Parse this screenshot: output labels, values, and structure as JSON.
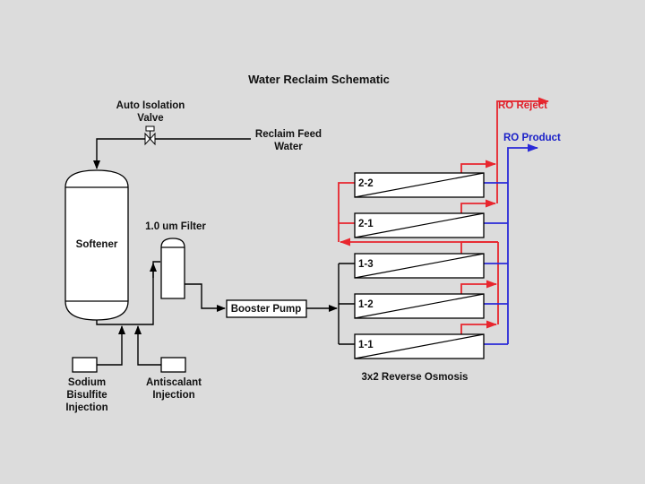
{
  "title": "Water Reclaim Schematic",
  "labels": {
    "valve_line1": "Auto Isolation",
    "valve_line2": "Valve",
    "feed_line1": "Reclaim Feed",
    "feed_line2": "Water",
    "softener": "Softener",
    "filter": "1.0 um Filter",
    "booster_pump": "Booster Pump",
    "sodium_line1": "Sodium",
    "sodium_line2": "Bisulfite",
    "sodium_line3": "Injection",
    "antiscalant_line1": "Antiscalant",
    "antiscalant_line2": "Injection",
    "ro_reject": "RO Reject",
    "ro_product": "RO Product",
    "ro_system": "3x2 Reverse Osmosis"
  },
  "ro_vessels": [
    {
      "id": "2-2",
      "stage": 2
    },
    {
      "id": "2-1",
      "stage": 2
    },
    {
      "id": "1-3",
      "stage": 1
    },
    {
      "id": "1-2",
      "stage": 1
    },
    {
      "id": "1-1",
      "stage": 1
    }
  ],
  "colors": {
    "reject": "#e8262e",
    "product": "#2a2ad8",
    "background": "#dcdcdc"
  }
}
